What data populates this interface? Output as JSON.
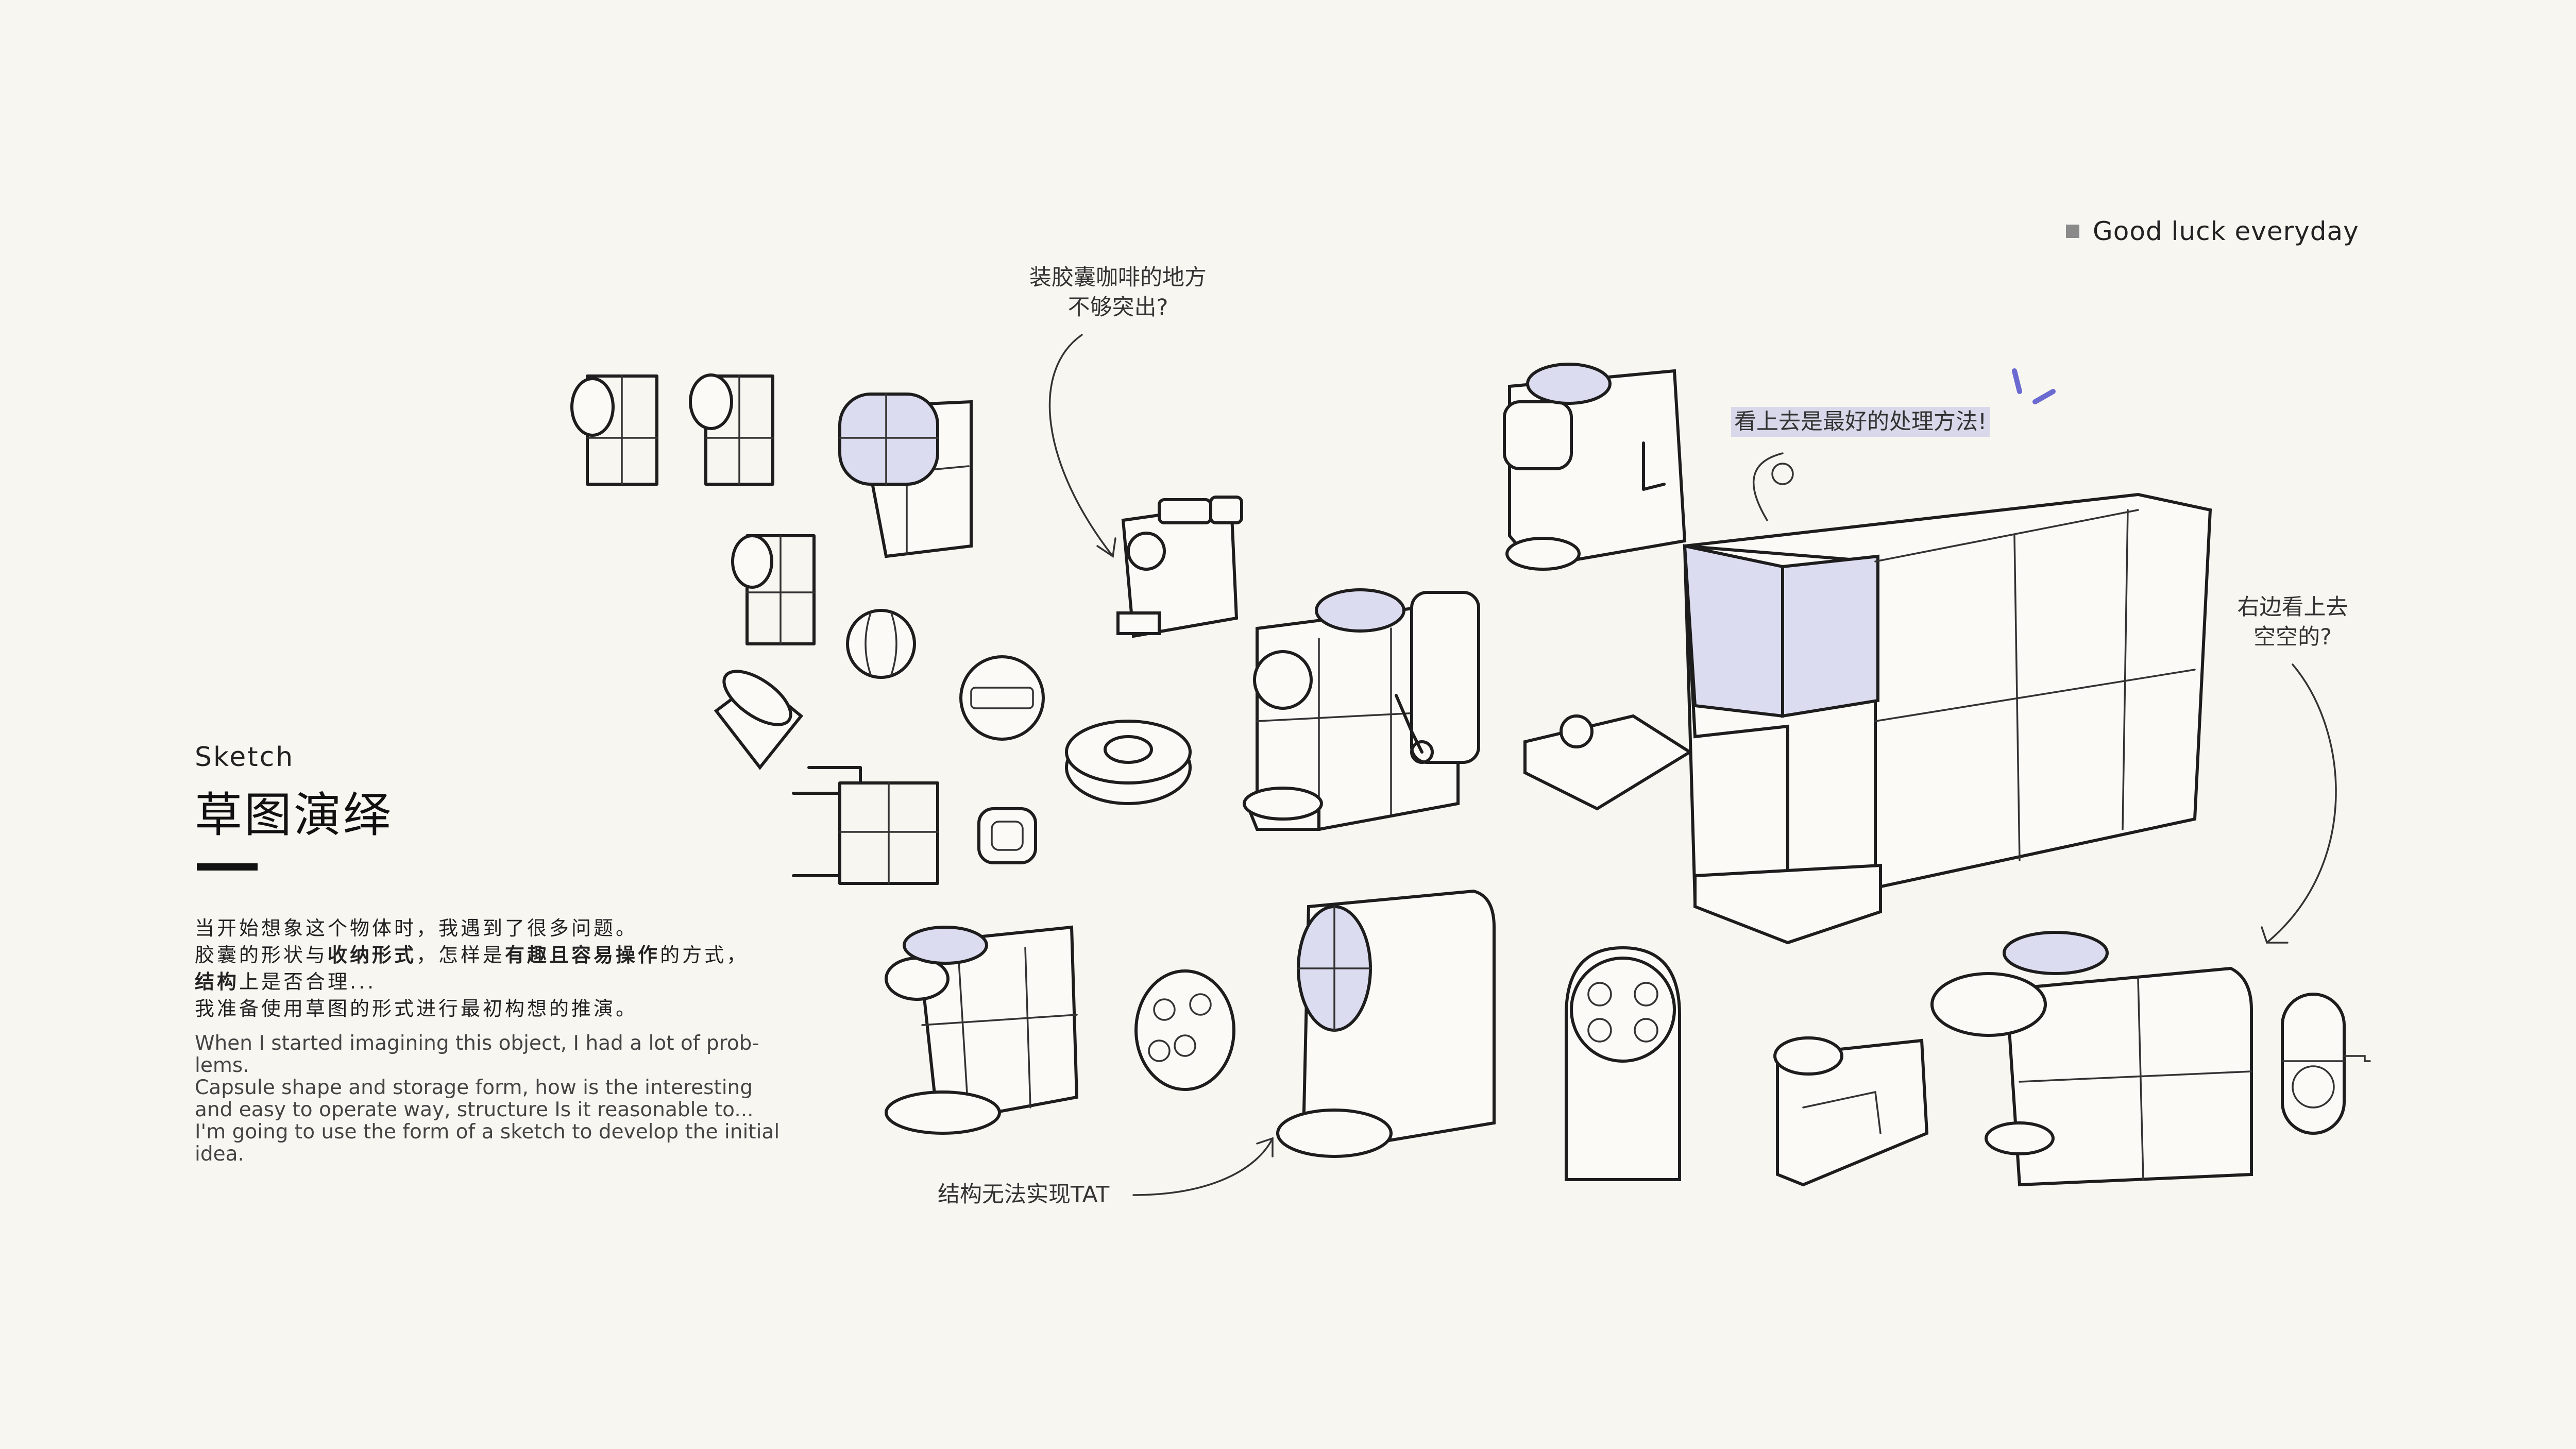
{
  "tagline": {
    "text": "Good luck everyday"
  },
  "section": {
    "title_en": "Sketch",
    "title_zh": "草图演绎"
  },
  "paragraph_zh": {
    "line1": "当开始想象这个物体时，我遇到了很多问题。",
    "line2_a": "胶囊的形状与",
    "line2_b": "收纳形式",
    "line2_c": "，怎样是",
    "line2_d": "有趣且容易操作",
    "line2_e": "的方式，",
    "line3_a": "结构",
    "line3_b": "上是否合理...",
    "line4": "我准备使用草图的形式进行最初构想的推演。"
  },
  "paragraph_en": {
    "line1": "When I started imagining this object, I had a lot of prob-",
    "line2": "lems.",
    "line3": "Capsule shape and storage form, how is the interesting",
    "line4": "and easy to operate way, structure Is it reasonable to...",
    "line5": "I'm going to use the form of a sketch to develop the initial",
    "line6": "idea."
  },
  "annotations": {
    "capsule_note_1": "装胶囊咖啡的地方",
    "capsule_note_2": "不够突出?",
    "best_method": "看上去是最好的处理方法!",
    "right_side_1": "右边看上去",
    "right_side_2": "空空的?",
    "structure_fail": "结构无法实现TAT"
  },
  "colors": {
    "background": "#f8f6f1",
    "highlight_purple": "#dcdcf0",
    "ink": "#1d1d1d",
    "accent_blue": "#6a6ad0"
  }
}
